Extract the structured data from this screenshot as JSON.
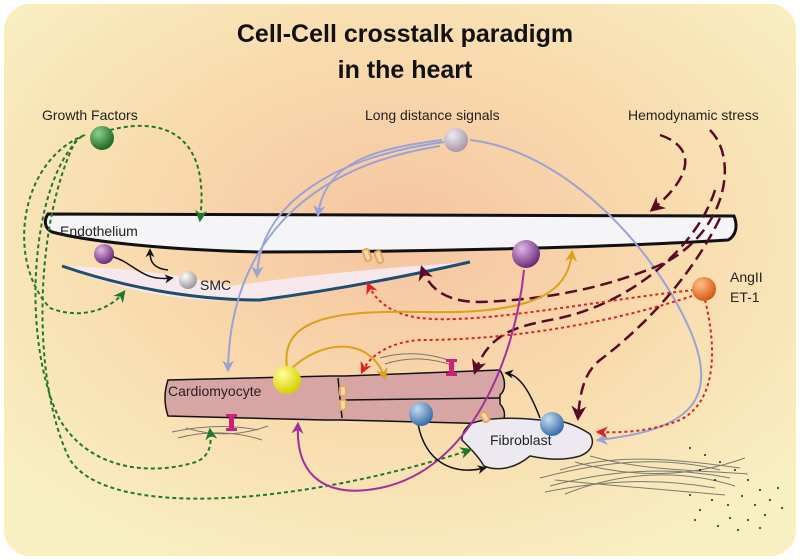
{
  "title_line1": "Cell-Cell  crosstalk paradigm",
  "title_line2": "in the heart",
  "signals": {
    "growth_factors": "Growth Factors",
    "long_distance": "Long distance signals",
    "hemodynamic": "Hemodynamic stress",
    "angII": "AngII",
    "et1": "ET-1"
  },
  "cells": {
    "endothelium": "Endothelium",
    "smc": "SMC",
    "cardiomyocyte": "Cardiomyocyte",
    "fibroblast": "Fibroblast"
  },
  "colors": {
    "background_center": "#f7c7a2",
    "background_edge": "#f8efc2",
    "growth_factor_green": "#2e7d32",
    "long_distance_lavender": "#9aa3d6",
    "hemodynamic_maroon": "#5a0a24",
    "angII_orange": "#e8732a",
    "red_dotted": "#e02020",
    "yellow_arrow": "#d9a21a",
    "purple_arrow": "#a0329a",
    "smc_navy": "#1f4f70",
    "cardiomyocyte_fill": "#d7a6a4",
    "endothelium_fill": "#f5f5f8"
  }
}
